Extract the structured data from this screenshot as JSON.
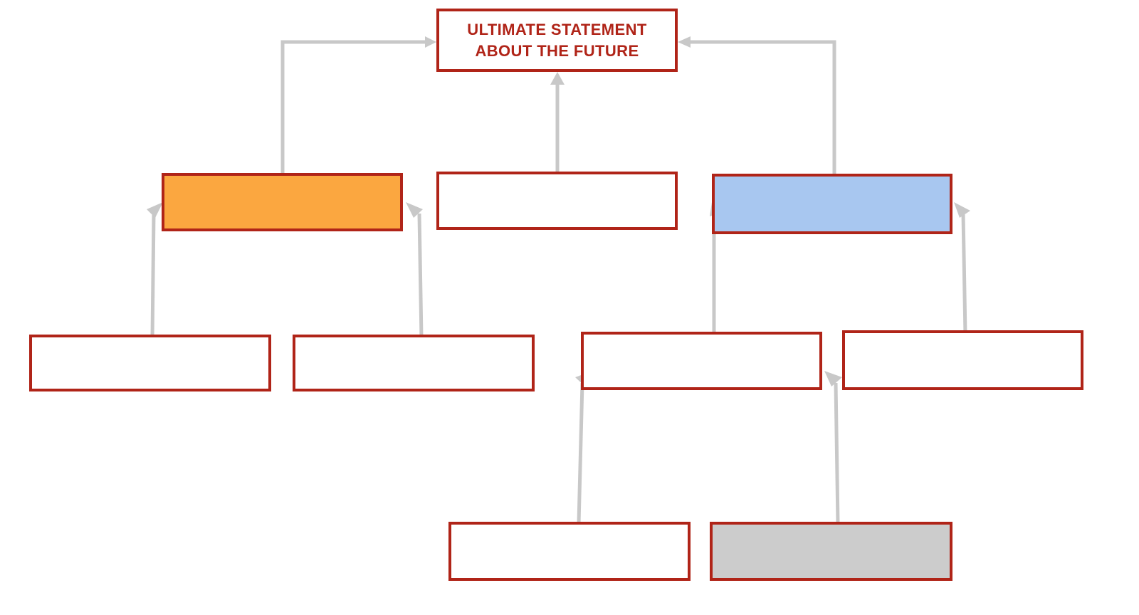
{
  "diagram": {
    "title_box": {
      "label": "ULTIMATE STATEMENT\nABOUT THE FUTURE",
      "fill": "#ffffff",
      "border": "#b02418",
      "text_color": "#b02418"
    },
    "palette": {
      "border": "#b02418",
      "orange": "#fba740",
      "blue": "#a8c7f0",
      "grey": "#cccccc",
      "white": "#ffffff",
      "connector": "#c8c8c8"
    },
    "nodes": [
      {
        "id": "ultimate-statement",
        "label": "ULTIMATE STATEMENT\nABOUT THE FUTURE",
        "fill": "#ffffff",
        "row": 1
      },
      {
        "id": "pillar-left",
        "label": "",
        "fill": "#fba740",
        "row": 2
      },
      {
        "id": "pillar-center",
        "label": "",
        "fill": "#ffffff",
        "row": 2
      },
      {
        "id": "pillar-right",
        "label": "",
        "fill": "#a8c7f0",
        "row": 2
      },
      {
        "id": "support-1",
        "label": "",
        "fill": "#ffffff",
        "row": 3
      },
      {
        "id": "support-2",
        "label": "",
        "fill": "#ffffff",
        "row": 3
      },
      {
        "id": "support-3",
        "label": "",
        "fill": "#ffffff",
        "row": 3
      },
      {
        "id": "support-4",
        "label": "",
        "fill": "#ffffff",
        "row": 3
      },
      {
        "id": "evidence-1",
        "label": "",
        "fill": "#ffffff",
        "row": 4
      },
      {
        "id": "evidence-2",
        "label": "",
        "fill": "#cccccc",
        "row": 4
      }
    ],
    "connectors": [
      {
        "from": "pillar-left",
        "to": "ultimate-statement",
        "style": "elbow"
      },
      {
        "from": "pillar-center",
        "to": "ultimate-statement",
        "style": "straight"
      },
      {
        "from": "pillar-right",
        "to": "ultimate-statement",
        "style": "elbow"
      },
      {
        "from": "support-1",
        "to": "pillar-left",
        "style": "straight"
      },
      {
        "from": "support-2",
        "to": "pillar-left",
        "style": "straight"
      },
      {
        "from": "support-3",
        "to": "pillar-right",
        "style": "straight"
      },
      {
        "from": "support-4",
        "to": "pillar-right",
        "style": "straight"
      },
      {
        "from": "evidence-1",
        "to": "support-3",
        "style": "straight"
      },
      {
        "from": "evidence-2",
        "to": "support-3",
        "style": "straight"
      }
    ]
  }
}
